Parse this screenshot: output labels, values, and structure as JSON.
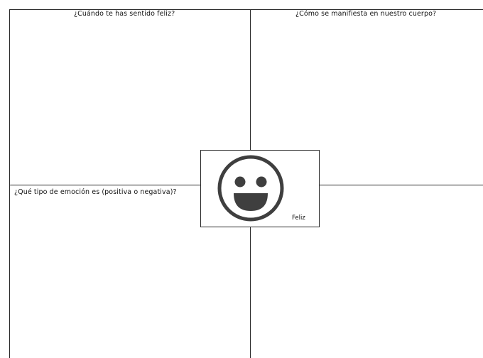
{
  "worksheet": {
    "questions": {
      "top_left": "¿Cuándo te has sentido feliz?",
      "top_right": "¿Cómo se manifiesta en nuestro cuerpo?",
      "bottom_left": "¿Qué tipo de emoción es (positiva o negativa)?"
    },
    "center_card": {
      "emotion_label": "Feliz",
      "icon": "smiley-face-icon"
    }
  },
  "colors": {
    "lines": "#2a2a2a",
    "face": "#3f3f3f",
    "background": "#ffffff"
  }
}
